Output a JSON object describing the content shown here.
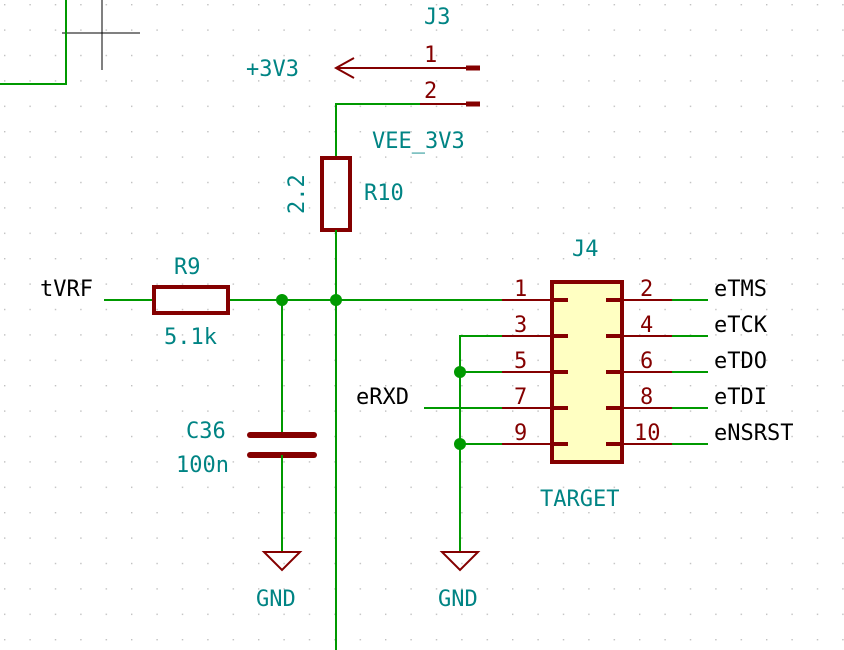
{
  "colors": {
    "wire": "#009900",
    "part": "#840000",
    "ref_text": "#008484",
    "net_text": "#000000",
    "connector_fill": "#ffffc2",
    "grid": "#c0c0c0"
  },
  "j3": {
    "ref": "J3",
    "pin1": "1",
    "pin2": "2",
    "net_pin1": "+3V3",
    "net_pin2": "VEE_3V3"
  },
  "r10": {
    "ref": "R10",
    "value": "2.2"
  },
  "r9": {
    "ref": "R9",
    "value": "5.1k"
  },
  "c36": {
    "ref": "C36",
    "value": "100n"
  },
  "gnd1": {
    "label": "GND"
  },
  "gnd2": {
    "label": "GND"
  },
  "net_left": "tVRF",
  "net_rxd": "eRXD",
  "j4": {
    "ref": "J4",
    "value": "TARGET",
    "pins_left": [
      "1",
      "3",
      "5",
      "7",
      "9"
    ],
    "pins_right": [
      "2",
      "4",
      "6",
      "8",
      "10"
    ],
    "nets_right": [
      "eTMS",
      "eTCK",
      "eTDO",
      "eTDI",
      "eNSRST"
    ]
  }
}
